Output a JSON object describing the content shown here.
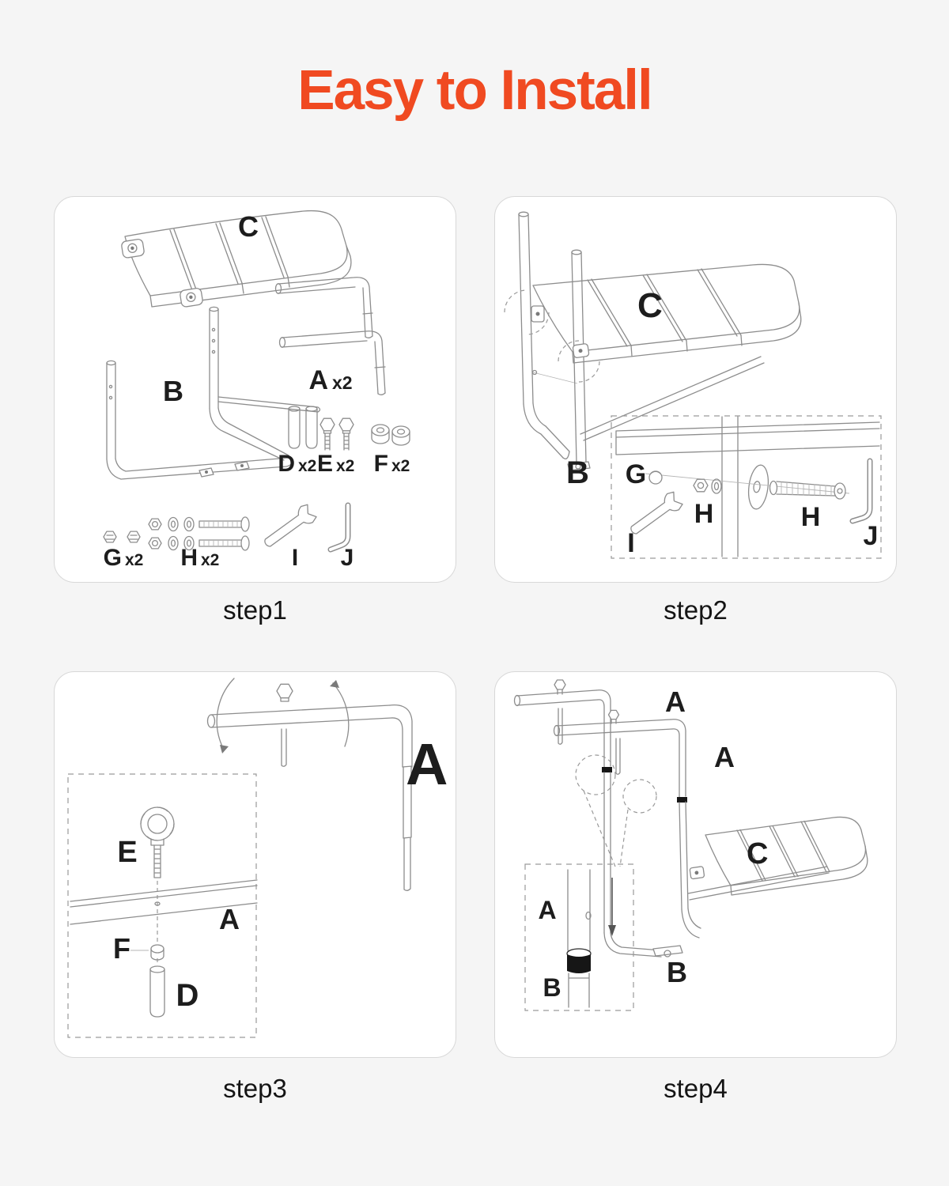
{
  "title": "Easy to Install",
  "colors": {
    "accent": "#F04A21",
    "background": "#F5F5F5",
    "panel": "#FFFFFF",
    "drawing_line": "#8D8D8D",
    "label": "#1D1D1D"
  },
  "steps": [
    {
      "caption": "step1",
      "labels": {
        "c": "C",
        "b": "B",
        "a": "A",
        "a_qty": "x2",
        "d": "D",
        "d_qty": "x2",
        "e": "E",
        "e_qty": "x2",
        "f": "F",
        "f_qty": "x2",
        "g": "G",
        "g_qty": "x2",
        "h": "H",
        "h_qty": "x2",
        "i": "I",
        "j": "J"
      }
    },
    {
      "caption": "step2",
      "labels": {
        "c": "C",
        "b": "B",
        "g": "G",
        "i": "I",
        "h1": "H",
        "h2": "H",
        "j": "J"
      }
    },
    {
      "caption": "step3",
      "labels": {
        "a_main": "A",
        "e": "E",
        "a": "A",
        "f": "F",
        "d": "D"
      }
    },
    {
      "caption": "step4",
      "labels": {
        "a1": "A",
        "a2": "A",
        "c": "C",
        "b": "B",
        "a_inset": "A",
        "b_inset": "B"
      }
    }
  ]
}
